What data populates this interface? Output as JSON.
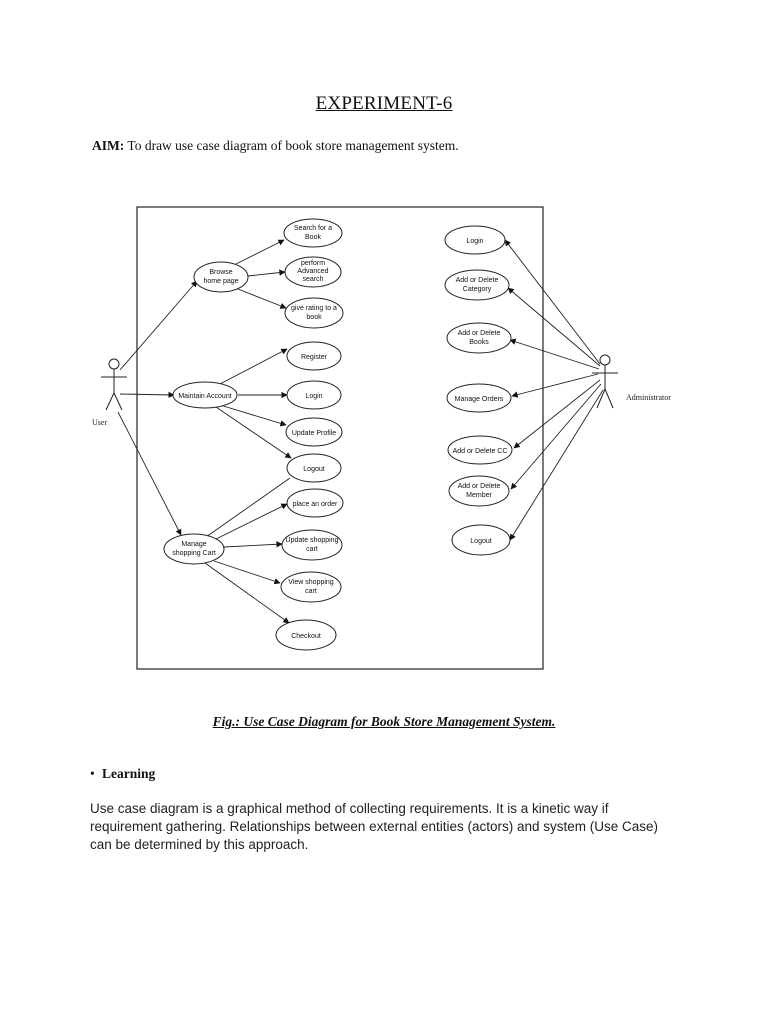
{
  "heading": "EXPERIMENT-6",
  "aim": {
    "label": "AIM:",
    "text": "To draw use case diagram of book store management system."
  },
  "diagram": {
    "actors": {
      "user": "User",
      "admin": "Administrator"
    },
    "use_cases": {
      "search_book": [
        "Search for a",
        "Book"
      ],
      "advanced_search": [
        "perform",
        "Advanced",
        "search"
      ],
      "give_rating": [
        "give rating to a",
        "book"
      ],
      "browse": [
        "Browse",
        "home page"
      ],
      "register": [
        "Register"
      ],
      "maintain_account": [
        "Maintain Account"
      ],
      "user_login": [
        "Login"
      ],
      "update_profile": [
        "Update Profile"
      ],
      "user_logout": [
        "Logout"
      ],
      "place_order": [
        "place an order"
      ],
      "manage_cart": [
        "Manage",
        "shopping Cart"
      ],
      "update_cart": [
        "Update shopping",
        "cart"
      ],
      "view_cart": [
        "View shopping",
        "cart"
      ],
      "checkout": [
        "Checkout"
      ],
      "admin_login": [
        "Login"
      ],
      "add_delete_category": [
        "Add or Delete",
        "Category"
      ],
      "add_delete_books": [
        "Add or Delete",
        "Books"
      ],
      "manage_orders": [
        "Manage Orders"
      ],
      "add_delete_cc": [
        "Add or Delete CC"
      ],
      "add_delete_member": [
        "Add or Delete",
        "Member"
      ],
      "admin_logout": [
        "Logout"
      ]
    }
  },
  "caption": "Fig.: Use Case Diagram for Book Store Management System.",
  "learning": {
    "heading": "Learning",
    "lines": [
      "Use case diagram is a graphical method of collecting requirements. It is a kinetic way if",
      "requirement gathering. Relationships between external entities (actors) and system (Use Case)",
      "can be determined by this approach."
    ]
  }
}
